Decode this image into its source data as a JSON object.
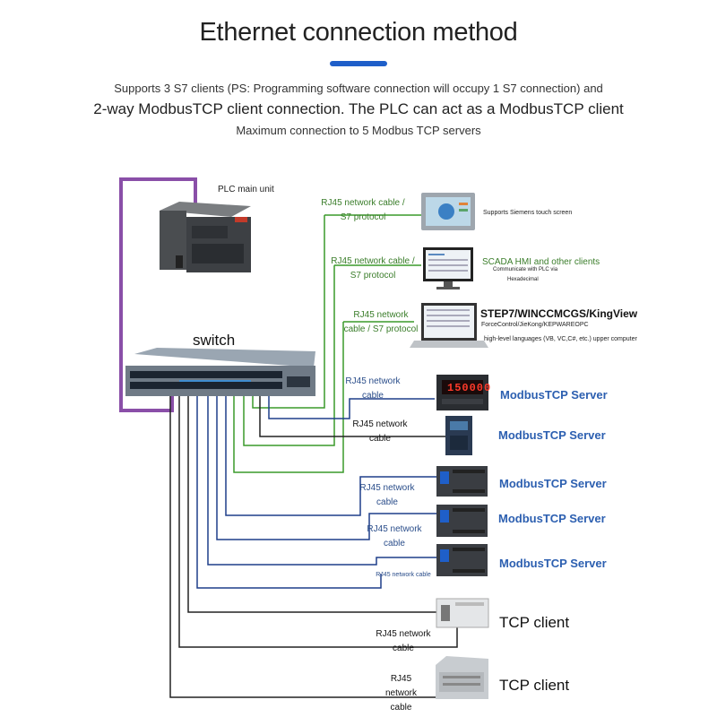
{
  "title": "Ethernet connection method",
  "intro": {
    "line1": "Supports 3 S7 clients (PS: Programming software connection will occupy 1 S7 connection) and",
    "line2": "2-way ModbusTCP client connection. The PLC can act as a ModbusTCP client",
    "line3": "Maximum connection to 5 Modbus TCP servers"
  },
  "plc_label": "PLC main unit",
  "switch_label": "switch",
  "cable_labels": {
    "c1": "RJ45 network cable / S7 protocol",
    "c2": "RJ45 network cable / S7 protocol",
    "c3": "RJ45 network cable / S7 protocol",
    "c4": "RJ45 network cable",
    "c5": "RJ45 network cable",
    "c6": "RJ45 network cable",
    "c7": "RJ45 network cable",
    "c8": "RJ45 network cable",
    "c9": "RJ45 network cable",
    "c10": "RJ45 network cable"
  },
  "devices": {
    "touch_screen": "Supports Siemens touch screen",
    "scada": "SCADA HMI and other clients",
    "scada_sub1": "Communicate with PLC via",
    "scada_sub2": "Hexadecimal",
    "step7": "STEP7/WINCCMCGS/KingView",
    "step7_sub1": "ForceControl/JieKong/KEPWAREOPC",
    "step7_sub2": "high-level languages (VB, VC,C#, etc.) upper computer",
    "meter_display": "150000"
  },
  "servers": [
    "ModbusTCP Server",
    "ModbusTCP Server",
    "ModbusTCP Server",
    "ModbusTCP Server",
    "ModbusTCP Server"
  ],
  "tcp_clients": [
    "TCP client",
    "TCP client"
  ],
  "colors": {
    "accent": "#1f5fc9",
    "purple_cable": "#8a4fa8",
    "green_cable": "#3a9a2a",
    "blue_cable": "#1e3f8a",
    "black_cable": "#222222"
  }
}
